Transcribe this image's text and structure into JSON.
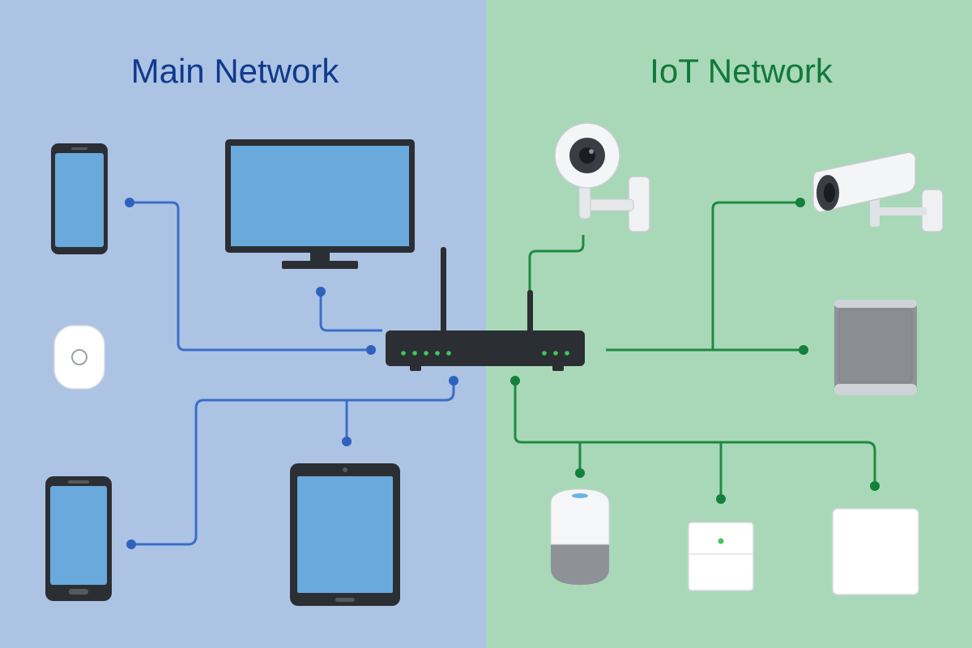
{
  "main_network": {
    "title": "Main Network",
    "background_color": "#adc3e4",
    "title_color": "#0f3a8c",
    "link_color": "#3a6fc8",
    "devices": [
      "smartphone",
      "desktop-monitor",
      "tablet",
      "smartphone-android",
      "wireless-access-point-puck"
    ]
  },
  "iot_network": {
    "title": "IoT Network",
    "background_color": "#a9d8b8",
    "title_color": "#0f7a3a",
    "link_color": "#1f8a45",
    "devices": [
      "security-camera-dome",
      "security-camera-bullet",
      "smart-speaker-box",
      "smart-speaker-cylinder",
      "smart-hub",
      "smart-panel"
    ]
  },
  "router": {
    "body_color": "#2b2f33",
    "led_color": "#3ec85a"
  }
}
